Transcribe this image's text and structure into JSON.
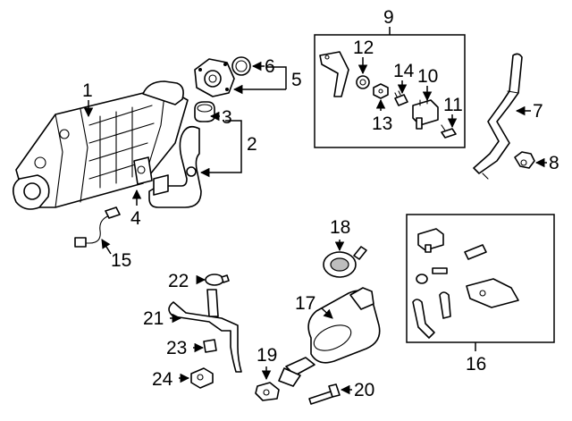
{
  "callouts": {
    "c1": "1",
    "c2": "2",
    "c3": "3",
    "c4": "4",
    "c5": "5",
    "c6": "6",
    "c7": "7",
    "c8": "8",
    "c9": "9",
    "c10": "10",
    "c11": "11",
    "c12": "12",
    "c13": "13",
    "c14": "14",
    "c15": "15",
    "c16": "16",
    "c17": "17",
    "c18": "18",
    "c19": "19",
    "c20": "20",
    "c21": "21",
    "c22": "22",
    "c23": "23",
    "c24": "24"
  },
  "colors": {
    "ink": "#000000",
    "background": "#ffffff",
    "shade": "#bdbdbd"
  }
}
